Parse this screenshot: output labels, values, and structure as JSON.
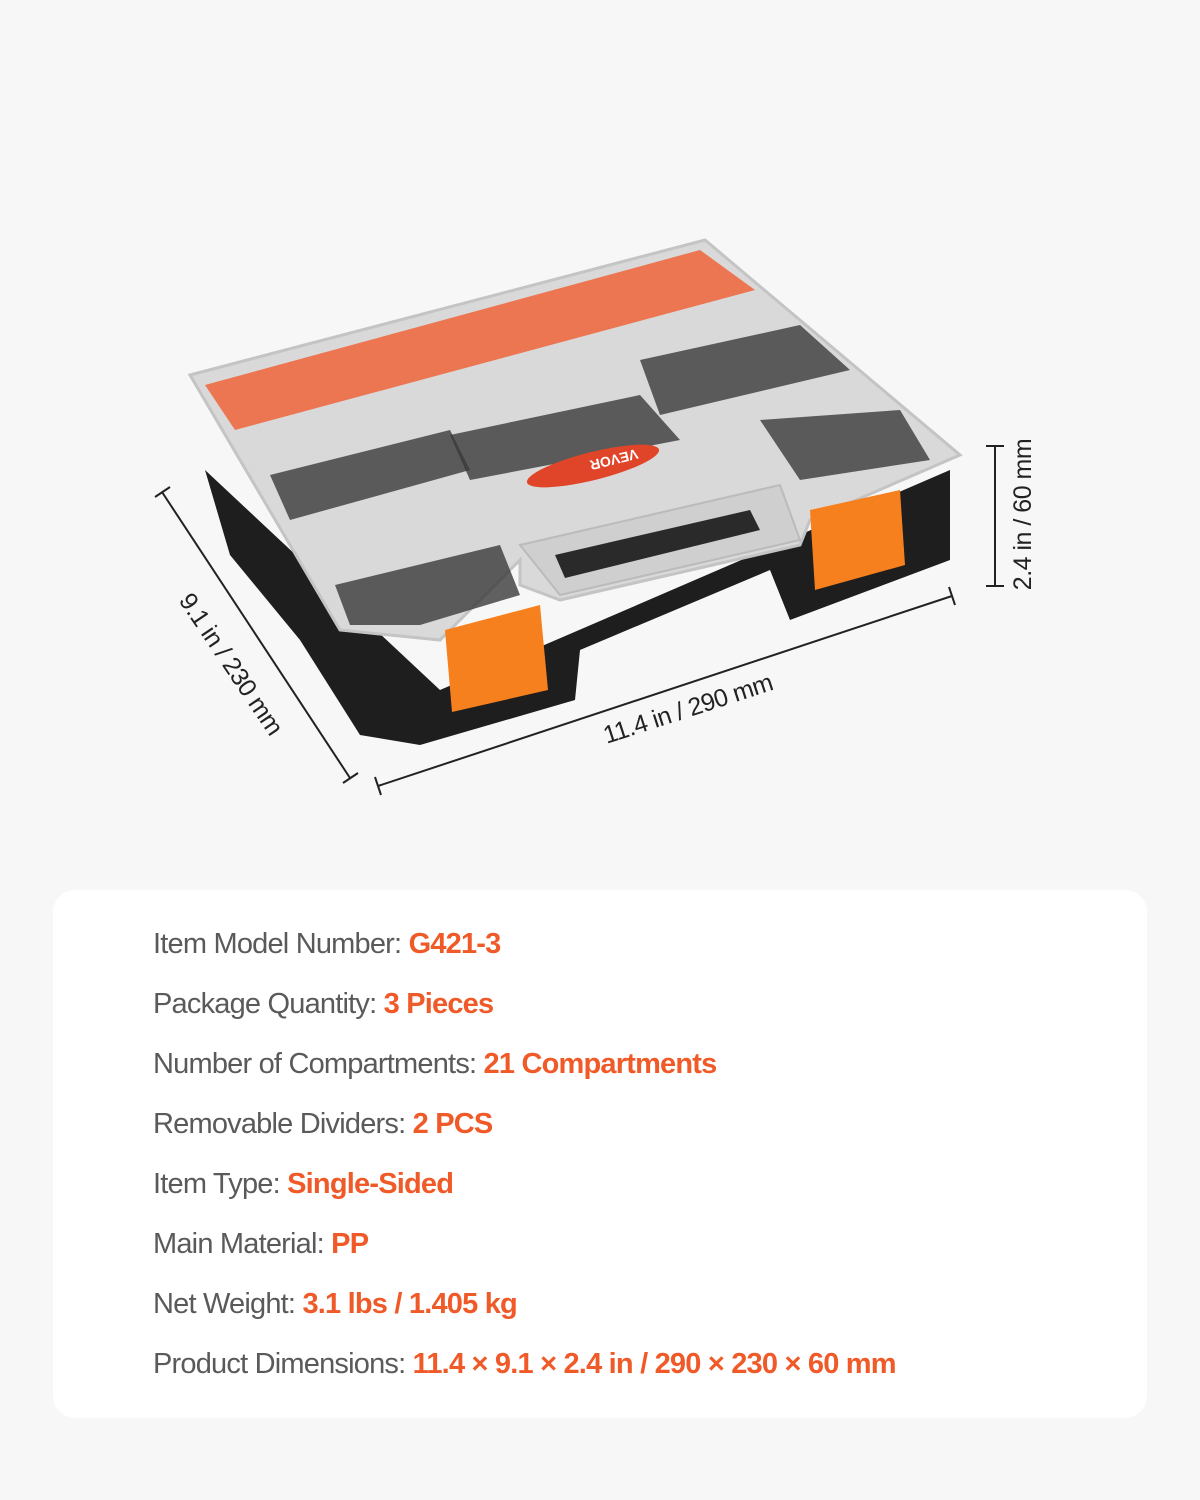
{
  "product": {
    "brand_label": "VEVOR",
    "dimensions": {
      "width_label": "11.4 in / 290 mm",
      "depth_label": "9.1 in / 230 mm",
      "height_label": "2.4 in / 60 mm"
    }
  },
  "specs": [
    {
      "label": "Item Model Number: ",
      "value": "G421-3"
    },
    {
      "label": "Package Quantity: ",
      "value": "3 Pieces"
    },
    {
      "label": "Number of Compartments: ",
      "value": "21 Compartments"
    },
    {
      "label": "Removable Dividers: ",
      "value": "2 PCS"
    },
    {
      "label": "Item Type: ",
      "value": "Single-Sided"
    },
    {
      "label": "Main Material: ",
      "value": "PP"
    },
    {
      "label": "Net Weight: ",
      "value": "3.1 lbs / 1.405 kg"
    },
    {
      "label": "Product Dimensions: ",
      "value": "11.4 × 9.1 × 2.4 in / 290 × 230 × 60 mm"
    }
  ],
  "colors": {
    "accent": "#f05a28",
    "label_text": "#5a5a5a",
    "latch": "#f7801e",
    "background": "#f7f7f7"
  }
}
